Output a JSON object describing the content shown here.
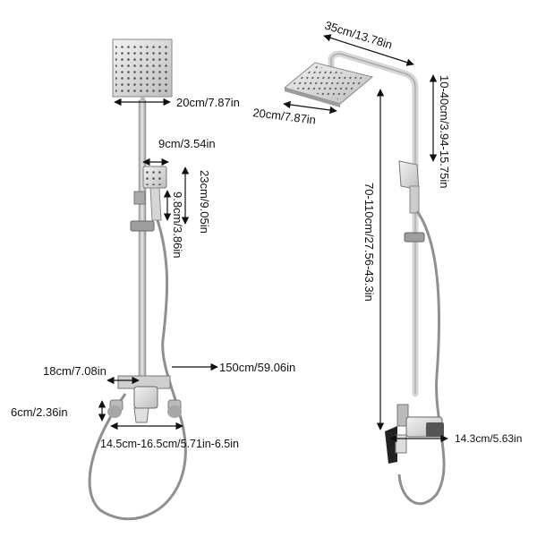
{
  "left_view": {
    "head_width": "20cm/7.87in",
    "handheld_width": "9cm/3.54in",
    "handheld_length": "23cm/9.05in",
    "holder_spacing": "9.8cm/3.86in",
    "hose_length": "150cm/59.06in",
    "spout_length": "18cm/7.08in",
    "spout_height": "6cm/2.36in",
    "inlet_spacing": "14.5cm-16.5cm/5.71in-6.5in"
  },
  "right_view": {
    "arm_length": "35cm/13.78in",
    "head_width": "20cm/7.87in",
    "arm_drop": "10-40cm/3.94-15.75in",
    "total_height": "70-110cm/27.56-43.3in",
    "mixer_width": "14.3cm/5.63in"
  }
}
